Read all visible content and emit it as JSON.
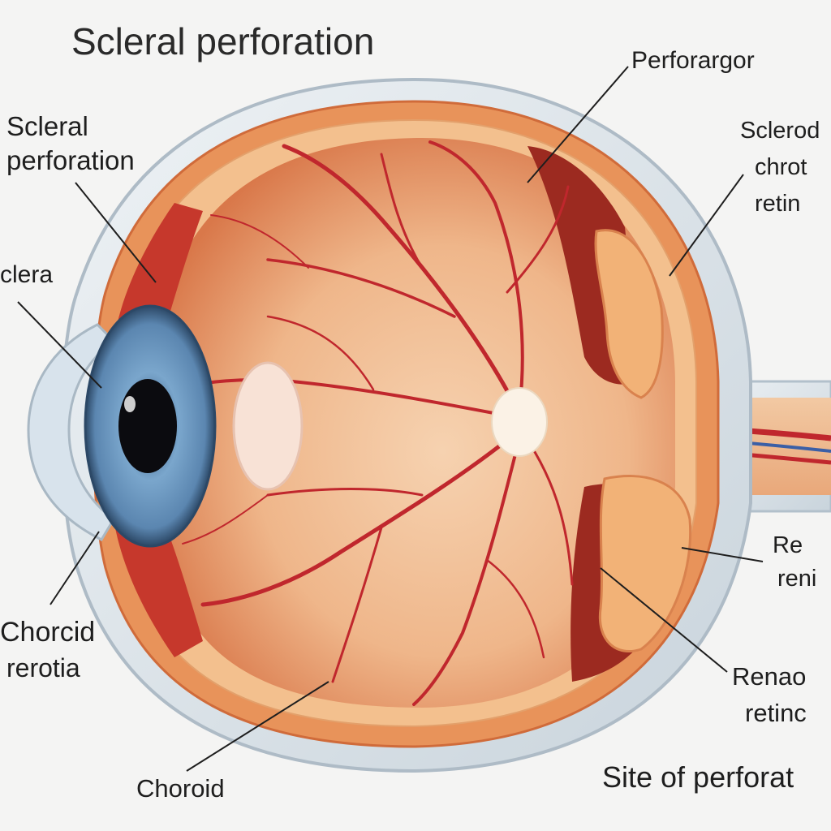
{
  "title": "Scleral perforation",
  "labels": {
    "scleral_perforation_line1": "Scleral",
    "scleral_perforation_line2": "perforation",
    "sclera": "clera",
    "choroid_retina_line1": "Chorcid",
    "choroid_retina_line2": "rerotia",
    "choroid": "Choroid",
    "perforation_top": "Perforargor",
    "scleral_choroid_retina_line1": "Sclerod",
    "scleral_choroid_retina_line2": "chrot",
    "scleral_choroid_retina_line3": "retin",
    "retina_right_line1": "Re",
    "retina_right_line2": "reni",
    "retina_lower_line1": "Renao",
    "retina_lower_line2": "retinc",
    "site_of_perforation": "Site of perforat"
  },
  "colors": {
    "sclera_outline": "#b9c6d0",
    "choroid": "#e8935a",
    "fundus": "#f0b98f",
    "vessels": "#c0272d",
    "iris": "#6f98bd",
    "pupil": "#0b0b0f"
  }
}
